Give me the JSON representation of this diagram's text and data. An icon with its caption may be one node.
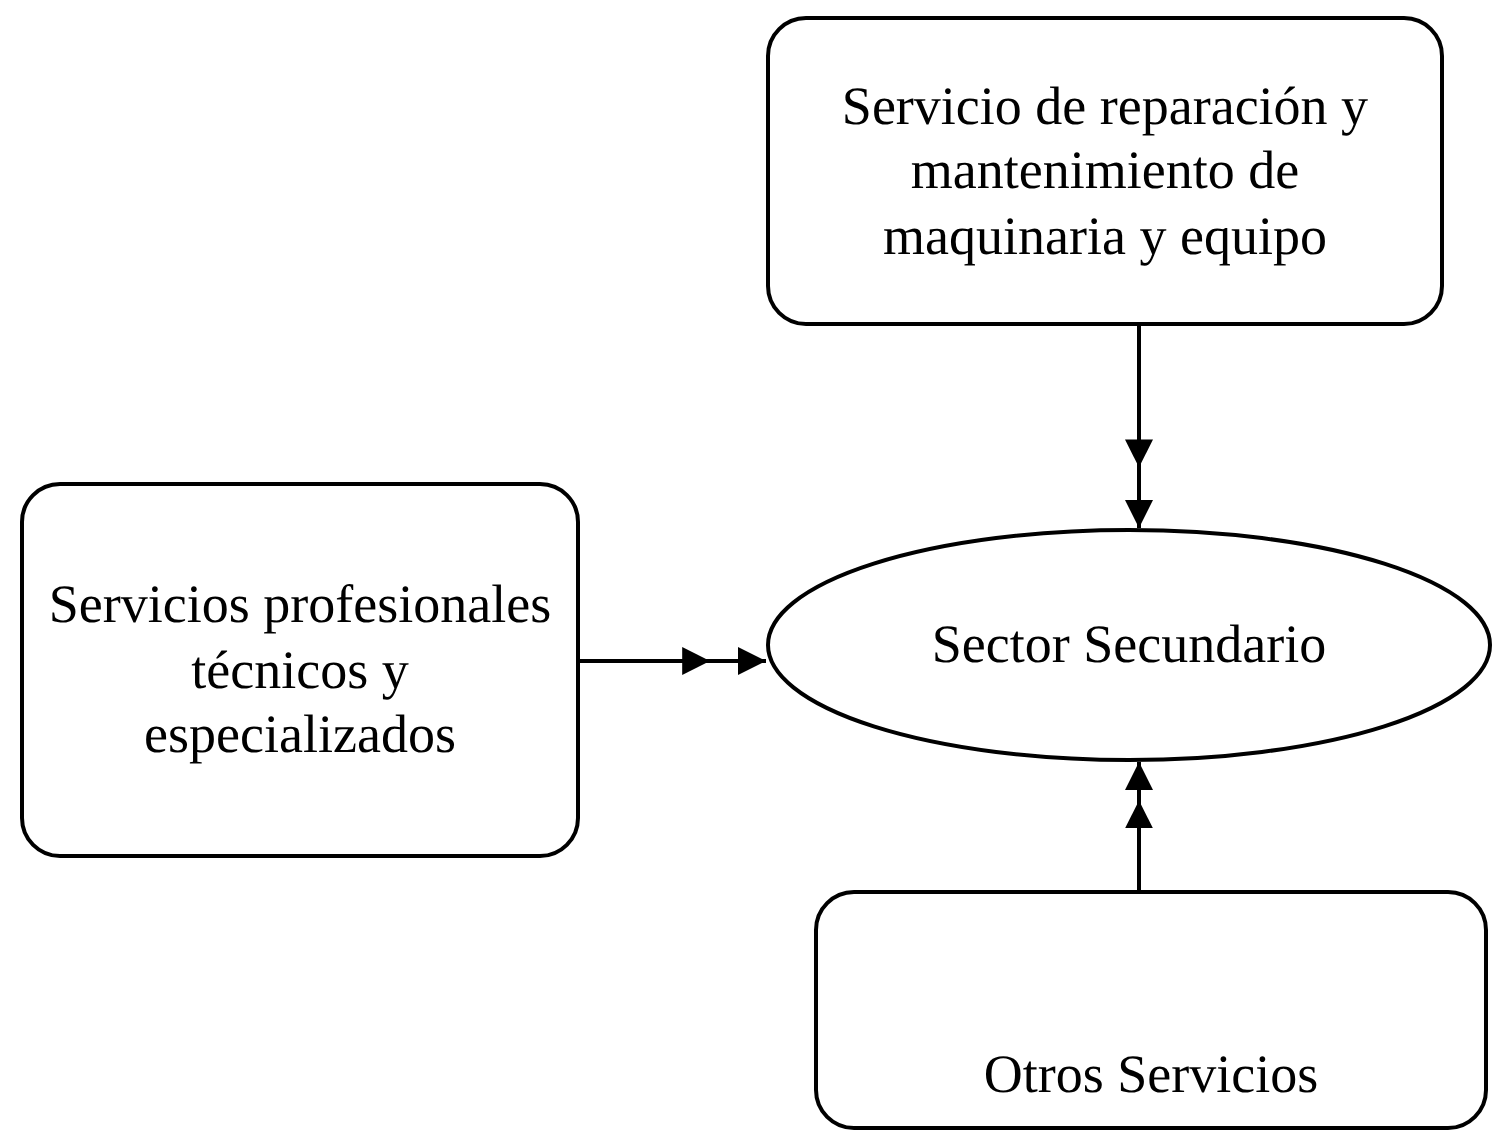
{
  "diagram": {
    "nodes": [
      {
        "text": [
          "Servicio de reparación y mantenimiento de maquinaria y equipo"
        ]
      },
      {
        "text": [
          "Servicios profesionales técnicos y especializados"
        ]
      },
      {
        "text": [
          "Sector Secundario"
        ]
      },
      {
        "text": [
          "Otros Servicios"
        ]
      }
    ],
    "edges": [
      {
        "from": 0,
        "to": 2,
        "arrow": "to"
      },
      {
        "from": 1,
        "to": 2,
        "arrow": "to"
      },
      {
        "from": 3,
        "to": 2,
        "arrow": "to"
      }
    ]
  }
}
